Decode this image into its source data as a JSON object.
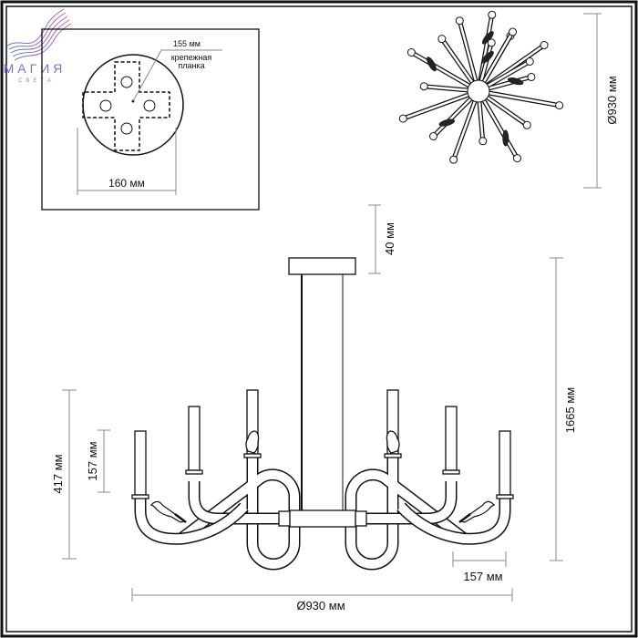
{
  "logo": {
    "name": "МАГИЯ",
    "tagline": "СВЕТА",
    "colors": [
      "#7a5fc7",
      "#c05bb0",
      "#5b7fd0"
    ]
  },
  "mount_detail": {
    "plate_dimension": "155 мм",
    "plate_label_line1": "крепежная",
    "plate_label_line2": "планка",
    "canopy_diameter": "160 мм"
  },
  "top_view": {
    "diameter": "Ø930 мм"
  },
  "side_view": {
    "canopy_height": "40 мм",
    "total_height": "1665 мм",
    "body_height": "417 мм",
    "candle_height": "157 мм",
    "arm_offset": "157 мм",
    "diameter": "Ø930 мм"
  }
}
